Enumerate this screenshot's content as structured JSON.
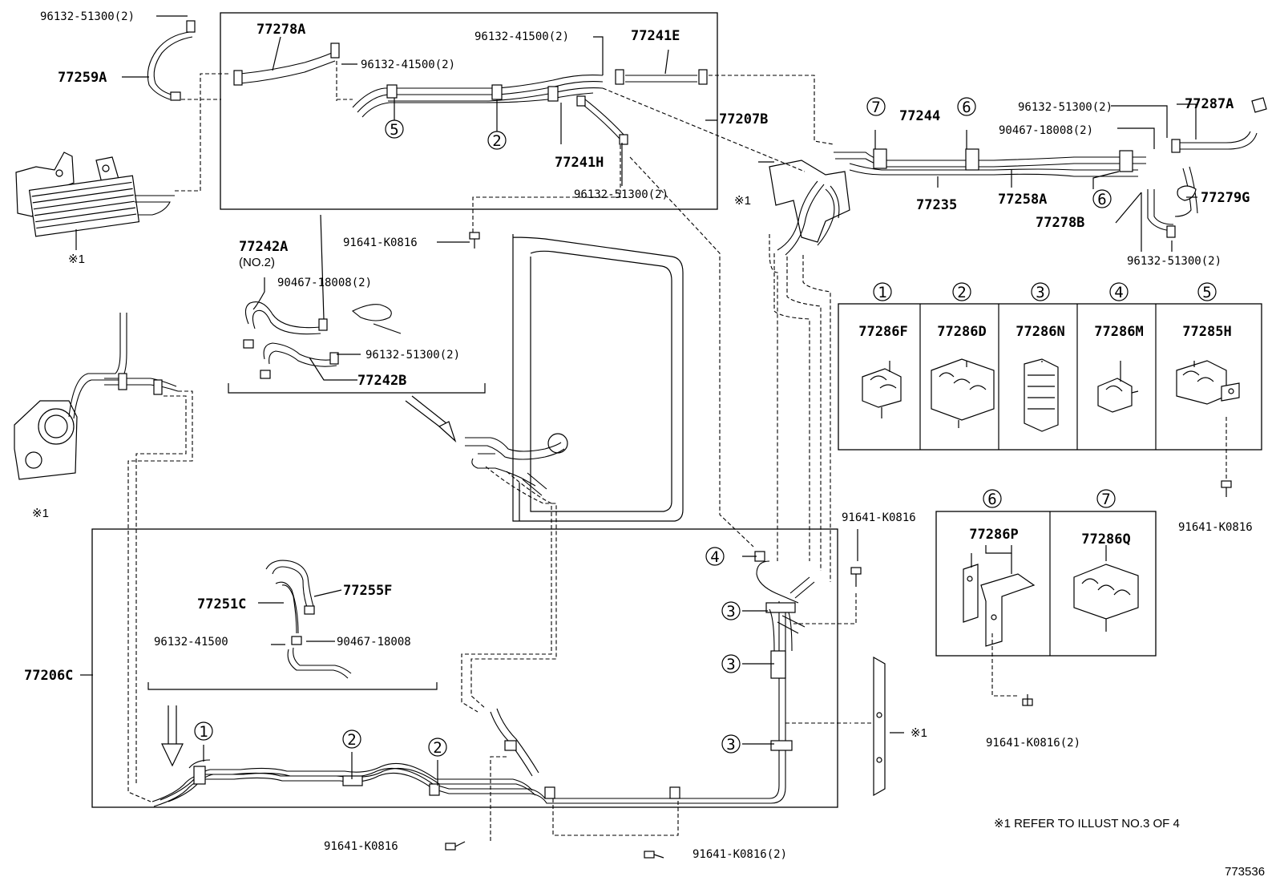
{
  "labels": {
    "p96132_51300_2": "96132-51300(2)",
    "p77259A": "77259A",
    "p77278A": "77278A",
    "p96132_41500_2a": "96132-41500(2)",
    "p96132_41500_2b": "96132-41500(2)",
    "p77241E": "77241E",
    "p77207B": "77207B",
    "p77241H": "77241H",
    "p96132_51300_2b": "96132-51300(2)",
    "p91641_K0816_a": "91641-K0816",
    "p77242A": "77242A",
    "no2": "(NO.2)",
    "p90467_18008_2": "90467-18008(2)",
    "p96132_51300_2c": "96132-51300(2)",
    "p77242B": "77242B",
    "p77244": "77244",
    "p96132_51300_2d": "96132-51300(2)",
    "p77287A": "77287A",
    "p90467_18008_2b": "90467-18008(2)",
    "p77235": "77235",
    "p77258A": "77258A",
    "p77279G": "77279G",
    "p77278B": "77278B",
    "p96132_51300_2e": "96132-51300(2)",
    "p77255F": "77255F",
    "p77251C": "77251C",
    "p96132_41500": "96132-41500",
    "p90467_18008": "90467-18008",
    "p77206C": "77206C",
    "p91641_K0816_b": "91641-K0816",
    "p91641_K0816_c": "91641-K0816",
    "p91641_K0816_2a": "91641-K0816(2)",
    "p91641_K0816_2b": "91641-K0816(2)",
    "p91641_K0816_d": "91641-K0816",
    "ref1a": "※1",
    "ref1b": "※1",
    "ref1c": "※1",
    "ref1d": "※1",
    "note": "※1 REFER TO ILLUST NO.3 OF 4",
    "illust_no": "773536"
  },
  "circled_numbers": {
    "c1": "1",
    "c2": "2",
    "c3": "3",
    "c4": "4",
    "c5": "5",
    "c6": "6",
    "c7": "7"
  },
  "clamp_table": [
    {
      "num": "1",
      "part": "77286F"
    },
    {
      "num": "2",
      "part": "77286D"
    },
    {
      "num": "3",
      "part": "77286N"
    },
    {
      "num": "4",
      "part": "77286M"
    },
    {
      "num": "5",
      "part": "77285H"
    }
  ],
  "clamp_table2": [
    {
      "num": "6",
      "part": "77286P"
    },
    {
      "num": "7",
      "part": "77286Q"
    }
  ]
}
